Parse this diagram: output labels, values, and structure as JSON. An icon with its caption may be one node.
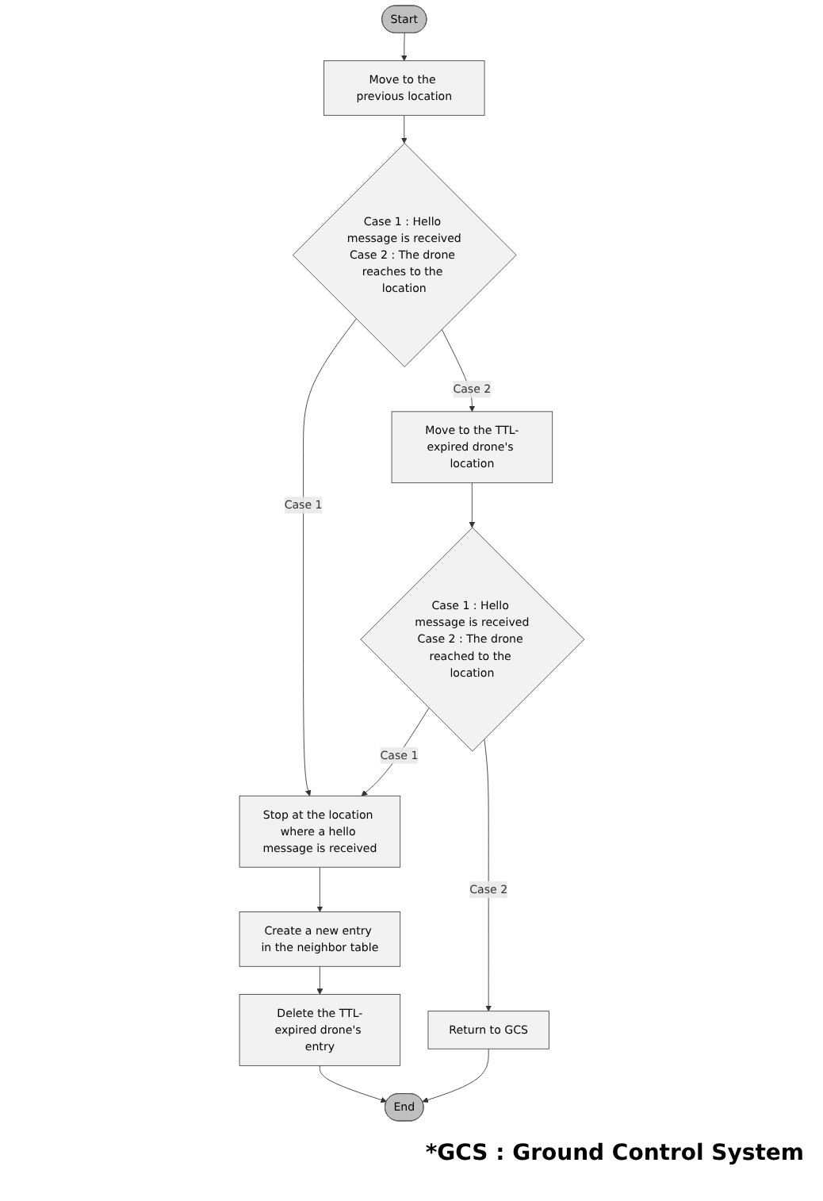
{
  "diagram": {
    "nodes": [
      {
        "text": [
          "Start"
        ]
      },
      {
        "text": [
          "Move to the previous location"
        ]
      },
      {
        "text": [
          "Case 1 : Hello message is received",
          "Case 2 : The drone reaches to the location"
        ]
      },
      {
        "text": [
          "Move to the TTL-expired drone's location"
        ]
      },
      {
        "text": [
          "Stop at the location where a hello message is received"
        ]
      },
      {
        "text": [
          "Case 1 : Hello message is received",
          "Case 2 : The drone reached to the location"
        ]
      },
      {
        "text": [
          "Create a new entry in the neighbor table"
        ]
      },
      {
        "text": [
          "Return to GCS"
        ]
      },
      {
        "text": [
          "Delete the TTL-expired drone's entry"
        ]
      },
      {
        "text": [
          "End"
        ]
      }
    ],
    "edges": [
      {
        "from": 0,
        "to": 1,
        "arrow": "to"
      },
      {
        "from": 1,
        "to": 2,
        "arrow": "to"
      },
      {
        "from": 2,
        "to": 3,
        "arrow": "to",
        "label": "Case 2"
      },
      {
        "from": 2,
        "to": 4,
        "arrow": "to",
        "label": "Case 1"
      },
      {
        "from": 3,
        "to": 5,
        "arrow": "to"
      },
      {
        "from": 5,
        "to": 4,
        "arrow": "to",
        "label": "Case 1"
      },
      {
        "from": 5,
        "to": 7,
        "arrow": "to",
        "label": "Case 2"
      },
      {
        "from": 4,
        "to": 6,
        "arrow": "to"
      },
      {
        "from": 6,
        "to": 8,
        "arrow": "to"
      },
      {
        "from": 8,
        "to": 9,
        "arrow": "to"
      },
      {
        "from": 7,
        "to": 9,
        "arrow": "to"
      }
    ],
    "labels": [
      "*GCS : Ground Control System"
    ]
  }
}
